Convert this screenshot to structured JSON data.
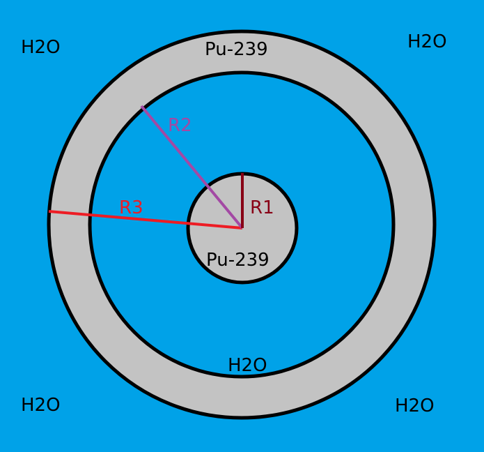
{
  "colors": {
    "background": "#00a2e8",
    "fuel": "#c3c3c3",
    "outline": "#000000",
    "r1": "#880015",
    "r2": "#a349a4",
    "r3": "#ed1c24",
    "text": "#000000"
  },
  "labels": {
    "water_top_left": "H2O",
    "water_top_right": "H2O",
    "water_bottom_left": "H2O",
    "water_bottom_right": "H2O",
    "water_gap": "H2O",
    "shell_material": "Pu-239",
    "core_material": "Pu-239",
    "r1": "R1",
    "r2": "R2",
    "r3": "R3"
  }
}
